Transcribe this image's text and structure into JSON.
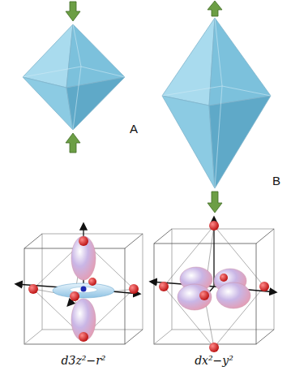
{
  "diagram": {
    "labels": [
      "A",
      "B",
      "d3z²−r²",
      "dx²−y²"
    ]
  }
}
